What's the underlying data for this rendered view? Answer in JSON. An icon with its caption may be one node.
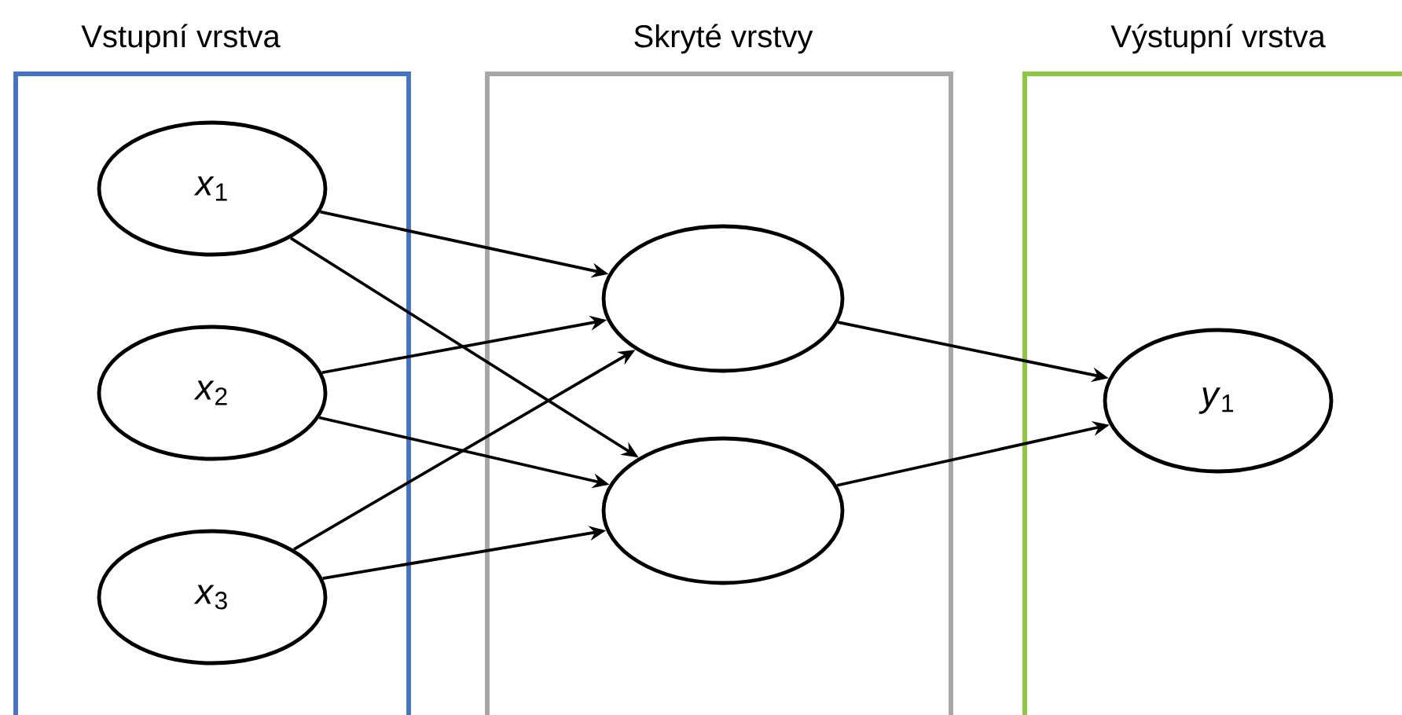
{
  "diagram": {
    "nodes": [
      {
        "text": [
          "Vstupní vrstva"
        ]
      },
      {
        "text": [
          "*x*$_{1}$"
        ],
        "in": 0
      },
      {
        "text": [
          "*x*$_{2}$"
        ],
        "in": 0
      },
      {
        "text": [
          "*x*$_{3}$"
        ],
        "in": 0
      },
      {
        "text": [
          "Skryté vrstvy"
        ]
      },
      {
        "text": [],
        "shape": "circle",
        "in": 4
      },
      {
        "text": [],
        "shape": "circle",
        "in": 4
      },
      {
        "text": [
          "Výstupní vrstva"
        ]
      },
      {
        "text": [
          "*y*$_{1}$"
        ],
        "in": 7
      }
    ],
    "edges": [
      {
        "from": 1,
        "to": 5,
        "arrow": "to"
      },
      {
        "from": 1,
        "to": 6,
        "arrow": "to"
      },
      {
        "from": 2,
        "to": 5,
        "arrow": "to"
      },
      {
        "from": 2,
        "to": 6,
        "arrow": "to"
      },
      {
        "from": 3,
        "to": 5,
        "arrow": "to"
      },
      {
        "from": 3,
        "to": 6,
        "arrow": "to"
      },
      {
        "from": 5,
        "to": 8,
        "arrow": "to"
      },
      {
        "from": 6,
        "to": 8,
        "arrow": "to"
      }
    ]
  }
}
